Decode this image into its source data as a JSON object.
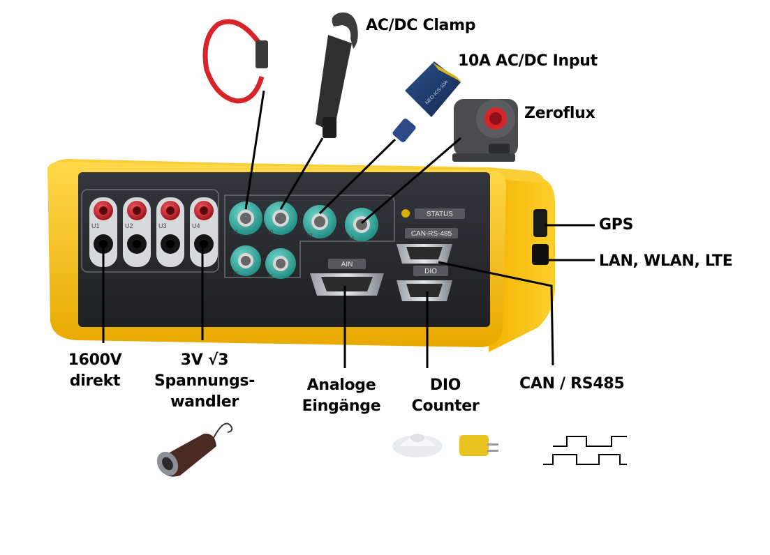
{
  "labels": {
    "ac_dc_clamp": "AC/DC Clamp",
    "input_10a": "10A AC/DC Input",
    "zeroflux": "Zeroflux",
    "gps": "GPS",
    "lan": "LAN, WLAN, LTE",
    "v1600_line1": "1600V",
    "v1600_line2": "direkt",
    "v3_line1": "3V √3",
    "v3_line2": "Spannungs-",
    "v3_line3": "wandler",
    "analog_line1": "Analoge",
    "analog_line2": "Eingänge",
    "dio_line1": "DIO",
    "dio_line2": "Counter",
    "can": "CAN / RS485"
  },
  "panel": {
    "status": "STATUS",
    "can_rs485": "CAN-RS-485",
    "ain": "AIN",
    "dio": "DIO",
    "sensor_text": "NEO-ICS-10A",
    "voltage_ports": [
      "U1",
      "U2",
      "U3",
      "U4"
    ],
    "current_ports": [
      "I1",
      "I2",
      "I3",
      "I4",
      "I5",
      "I6"
    ]
  },
  "colors": {
    "housing_yellow": "#f6c323",
    "panel_dark": "#2a2c30",
    "jack_red": "#c8202a",
    "connector_teal": "#2fa79c",
    "clamp_red": "#d9232b"
  }
}
